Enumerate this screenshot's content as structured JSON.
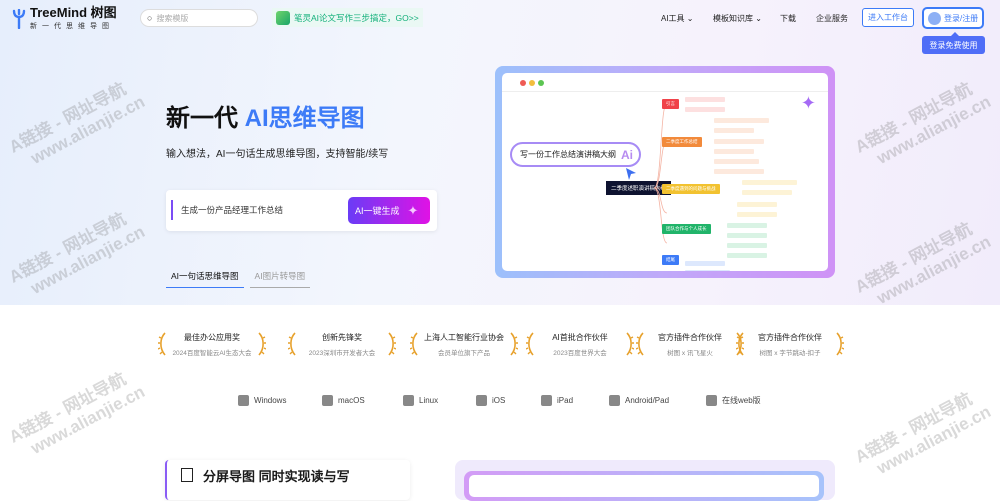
{
  "brand": {
    "name": "TreeMind 树图",
    "tagline": "新一代思维导图"
  },
  "search": {
    "placeholder": "搜索模版"
  },
  "promo": {
    "text": "笔灵AI论文写作三步搞定，GO>>"
  },
  "nav": {
    "items": [
      "AI工具 ⌄",
      "模板知识库 ⌄",
      "下载",
      "企业服务"
    ],
    "workspace": "进入工作台",
    "login": "登录/注册",
    "login_tip": "登录免费使用"
  },
  "hero": {
    "title_prefix": "新一代 ",
    "title_highlight": "AI思维导图",
    "subtitle": "输入想法，AI一句话生成思维导图，支持智能/续写",
    "input_value": "生成一份产品经理工作总结",
    "generate": "AI一键生成",
    "tabs": [
      "AI一句话思维导图",
      "AI图片转导图"
    ]
  },
  "mindmap": {
    "root": "写一份工作总结演讲稿大纲",
    "ai_badge": "Ai",
    "tooltip": "二季度述职演讲稿大纲",
    "branches": [
      {
        "label": "引言",
        "color": "#f0434a"
      },
      {
        "label": "二季度工作总结",
        "color": "#f28a3b"
      },
      {
        "label": "二季度遇到的问题与挑战",
        "color": "#f2c230"
      },
      {
        "label": "团队合作与个人成长",
        "color": "#21b46a"
      },
      {
        "label": "结尾",
        "color": "#3d7bf7"
      }
    ]
  },
  "awards": [
    {
      "title": "最佳办公应用奖",
      "sub": "2024百度智能云AI生态大会"
    },
    {
      "title": "创新先锋奖",
      "sub": "2023深圳市开发者大会"
    },
    {
      "title": "上海人工智能行业协会",
      "sub": "会员单位旗下产品"
    },
    {
      "title": "AI首批合作伙伴",
      "sub": "2023百度世界大会"
    },
    {
      "title": "官方插件合作伙伴",
      "sub": "树图 x 讯飞星火"
    },
    {
      "title": "官方插件合作伙伴",
      "sub": "树图 x 字节跳动-扣子"
    }
  ],
  "platforms": [
    "Windows",
    "macOS",
    "Linux",
    "iOS",
    "iPad",
    "Android/Pad",
    "在线web版"
  ],
  "feature": {
    "title": "分屏导图 同时实现读与写"
  },
  "watermark": {
    "line1": "A链接 - 网址导航",
    "line2": "www.alianjie.cn"
  }
}
